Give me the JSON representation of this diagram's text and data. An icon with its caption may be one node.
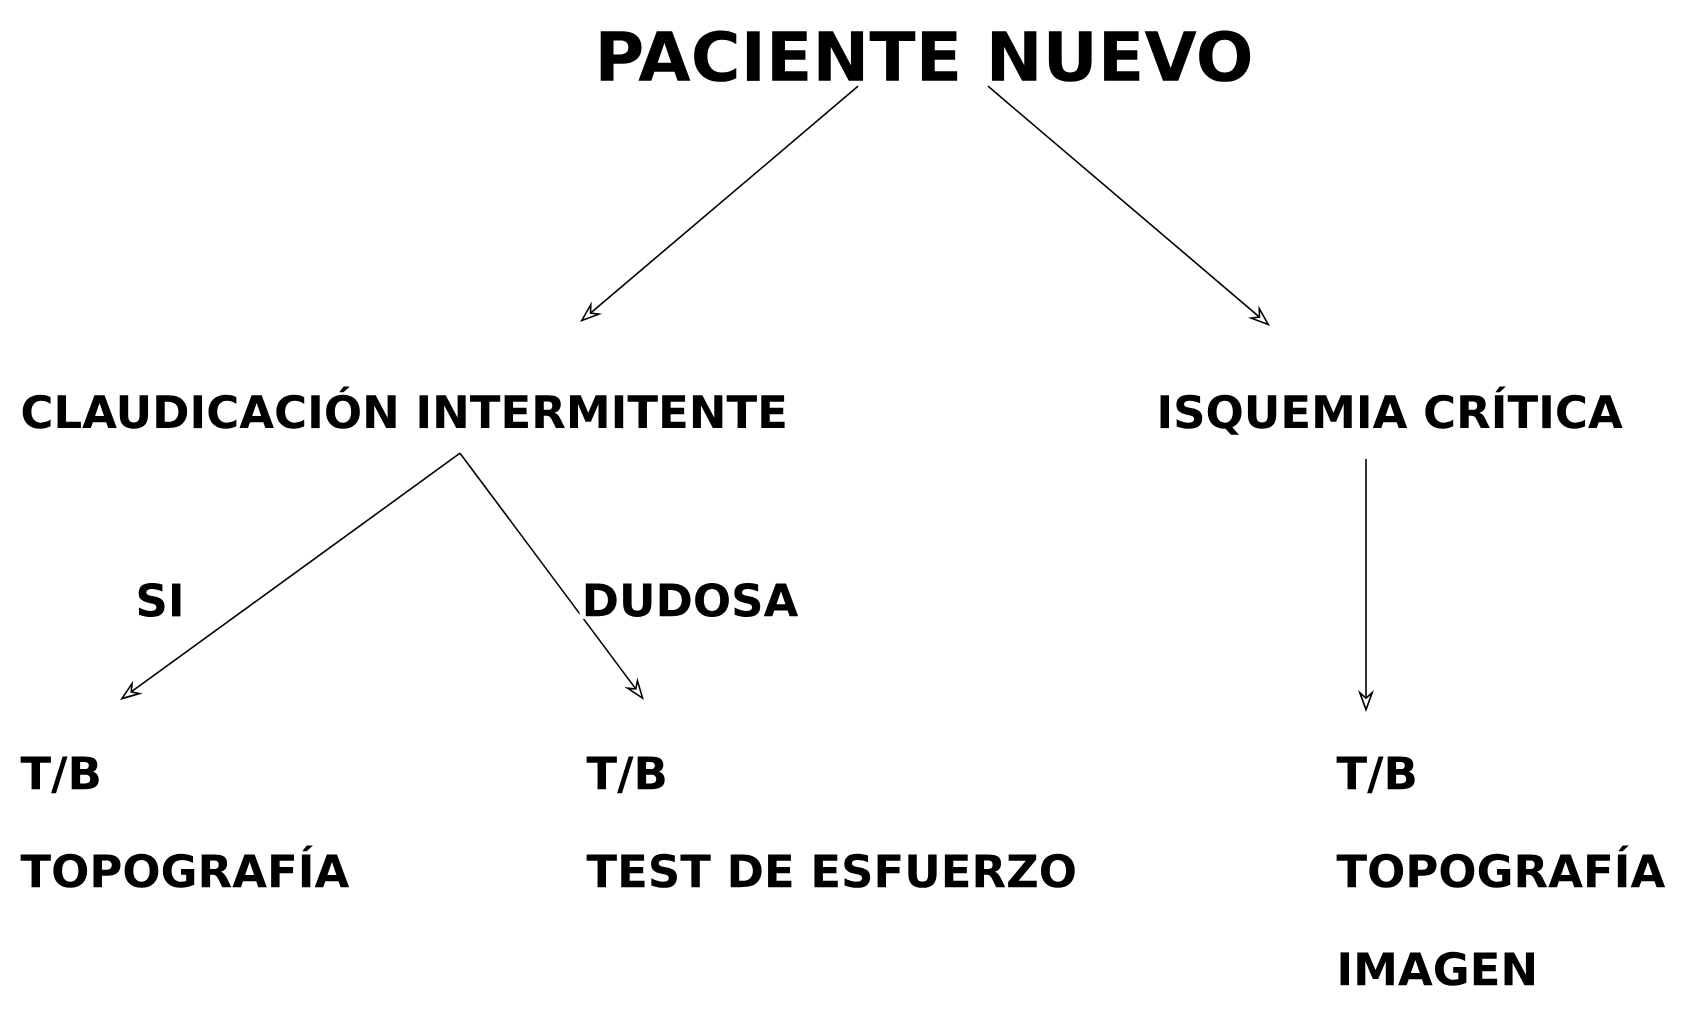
{
  "diagram": {
    "nodes": [
      {
        "text": [
          "PACIENTE NUEVO"
        ]
      },
      {
        "text": [
          "CLAUDICACIÓN INTERMITENTE"
        ]
      },
      {
        "text": [
          "ISQUEMIA CRÍTICA"
        ]
      },
      {
        "text": [
          "T/B",
          "TOPOGRAFÍA"
        ]
      },
      {
        "text": [
          "T/B",
          "TEST DE ESFUERZO"
        ]
      },
      {
        "text": [
          "T/B",
          "TOPOGRAFÍA",
          "IMAGEN"
        ]
      }
    ],
    "edges": [
      {
        "from": 0,
        "to": 1,
        "arrow": "to"
      },
      {
        "from": 0,
        "to": 2,
        "arrow": "to"
      },
      {
        "from": 1,
        "to": 3,
        "arrow": "to",
        "label": "SI"
      },
      {
        "from": 1,
        "to": 4,
        "arrow": "to",
        "label": "DUDOSA"
      },
      {
        "from": 2,
        "to": 5,
        "arrow": "to"
      }
    ]
  }
}
